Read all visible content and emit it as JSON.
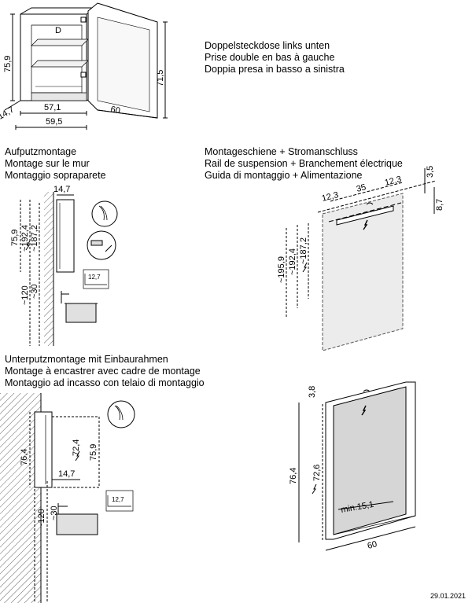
{
  "overview": {
    "notes": [
      "Doppelsteckdose links unten",
      "Prise double en bas à gauche",
      "Doppia presa in basso a sinistra"
    ],
    "dims": {
      "height": "75,9",
      "depth": "14,7",
      "inner_width": "57,1",
      "outer_width": "59,5",
      "door_width": "60",
      "door_height": "71,5",
      "shelf_label": "D"
    }
  },
  "surface_mount": {
    "title_lines": [
      "Aufputzmontage",
      "Montage sur le mur",
      "Montaggio sopraparete"
    ],
    "dims": {
      "depth": "14,7",
      "height": "75,9",
      "d1": "~192,4",
      "d2": "~187,2",
      "d3": "~120",
      "d4": "~30",
      "detail": "12,7"
    }
  },
  "rail_mount": {
    "title_lines": [
      "Montageschiene + Stromanschluss",
      "Rail de suspension + Branchement électrique",
      "Guida di montaggio + Alimentazione"
    ],
    "dims": {
      "left": "12,3",
      "mid": "35",
      "right": "12,3",
      "top": "3,5",
      "side": "8,7",
      "h1": "~195,9",
      "h2": "~192,4",
      "h3": "~187,2"
    }
  },
  "flush_mount": {
    "title_lines": [
      "Unterputzmontage mit Einbaurahmen",
      "Montage à encastrer avec cadre de montage",
      "Montaggio ad incasso con telaio di montaggio"
    ],
    "dims": {
      "outer_h": "76,4",
      "h1": "72,4",
      "h2": "75,9",
      "depth": "14,7",
      "d3": "~120",
      "d4": "~30",
      "detail": "12,7"
    }
  },
  "frame_detail": {
    "dims": {
      "top": "3,8",
      "outer_h": "76,4",
      "inner_h": "72,6",
      "min": "min.15,1",
      "width": "60"
    }
  },
  "date": "29.01.2021"
}
